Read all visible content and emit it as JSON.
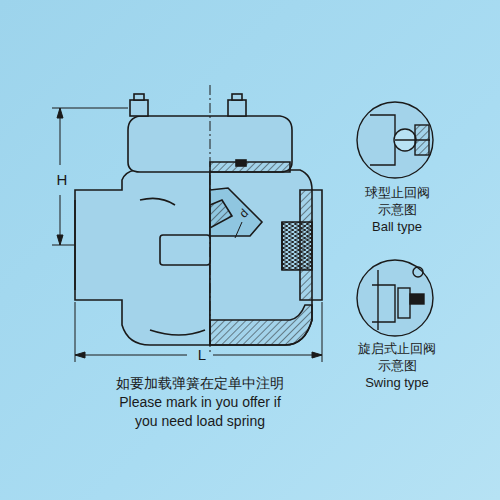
{
  "diagram": {
    "labels": [
      "H",
      "d",
      "L",
      "球型止回阀",
      "示意图",
      "Ball type",
      "旋启式止回阀",
      "示意图",
      "Swing type",
      "如要加载弹簧在定单中注明",
      "Please mark in you offer if",
      "you need load spring"
    ]
  }
}
